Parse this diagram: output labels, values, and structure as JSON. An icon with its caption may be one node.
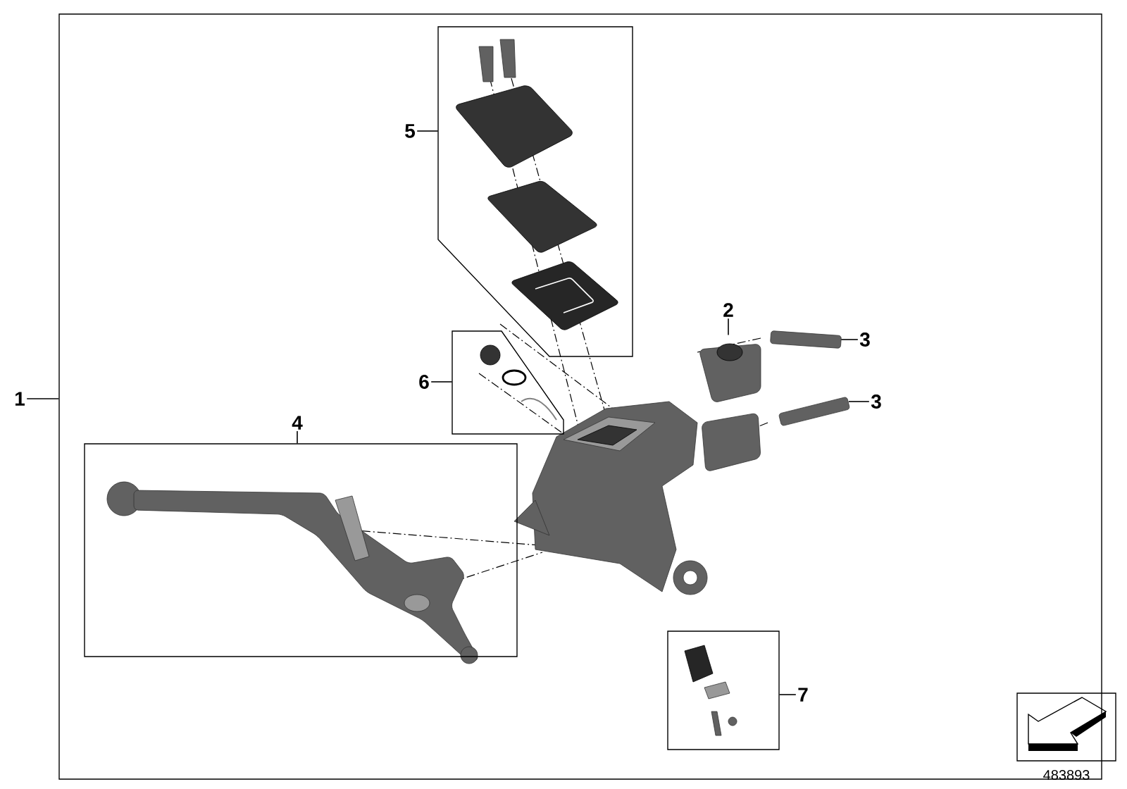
{
  "diagram": {
    "nodes": [
      {
        "text": [
          "1"
        ]
      },
      {
        "text": [],
        "shape": "box"
      },
      {
        "text": [
          "5"
        ],
        "in": 1
      },
      {
        "text": [],
        "shape": "box",
        "in": 1
      },
      {
        "text": [
          "2"
        ],
        "in": 1
      },
      {
        "text": [],
        "shape": "picture",
        "in": 1
      },
      {
        "text": [
          "3"
        ],
        "in": 1
      },
      {
        "text": [],
        "shape": "picture",
        "in": 1
      },
      {
        "text": [
          "3"
        ],
        "in": 1
      },
      {
        "text": [],
        "shape": "picture",
        "in": 1
      },
      {
        "text": [
          "6"
        ],
        "in": 1
      },
      {
        "text": [],
        "shape": "box",
        "in": 1
      },
      {
        "text": [
          "4"
        ],
        "in": 1
      },
      {
        "text": [],
        "shape": "box",
        "in": 1
      },
      {
        "text": [
          "7"
        ],
        "in": 1
      },
      {
        "text": [],
        "shape": "box",
        "in": 1
      }
    ],
    "edges": [
      {
        "from": 0,
        "to": 1,
        "arrow": "none"
      },
      {
        "from": 2,
        "to": 3,
        "arrow": "none"
      },
      {
        "from": 4,
        "to": 5,
        "arrow": "none"
      },
      {
        "from": 6,
        "to": 7,
        "arrow": "none"
      },
      {
        "from": 8,
        "to": 9,
        "arrow": "none"
      },
      {
        "from": 10,
        "to": 11,
        "arrow": "none"
      },
      {
        "from": 12,
        "to": 13,
        "arrow": "none"
      },
      {
        "from": 14,
        "to": 15,
        "arrow": "none"
      }
    ],
    "labels": [
      "483893"
    ]
  }
}
